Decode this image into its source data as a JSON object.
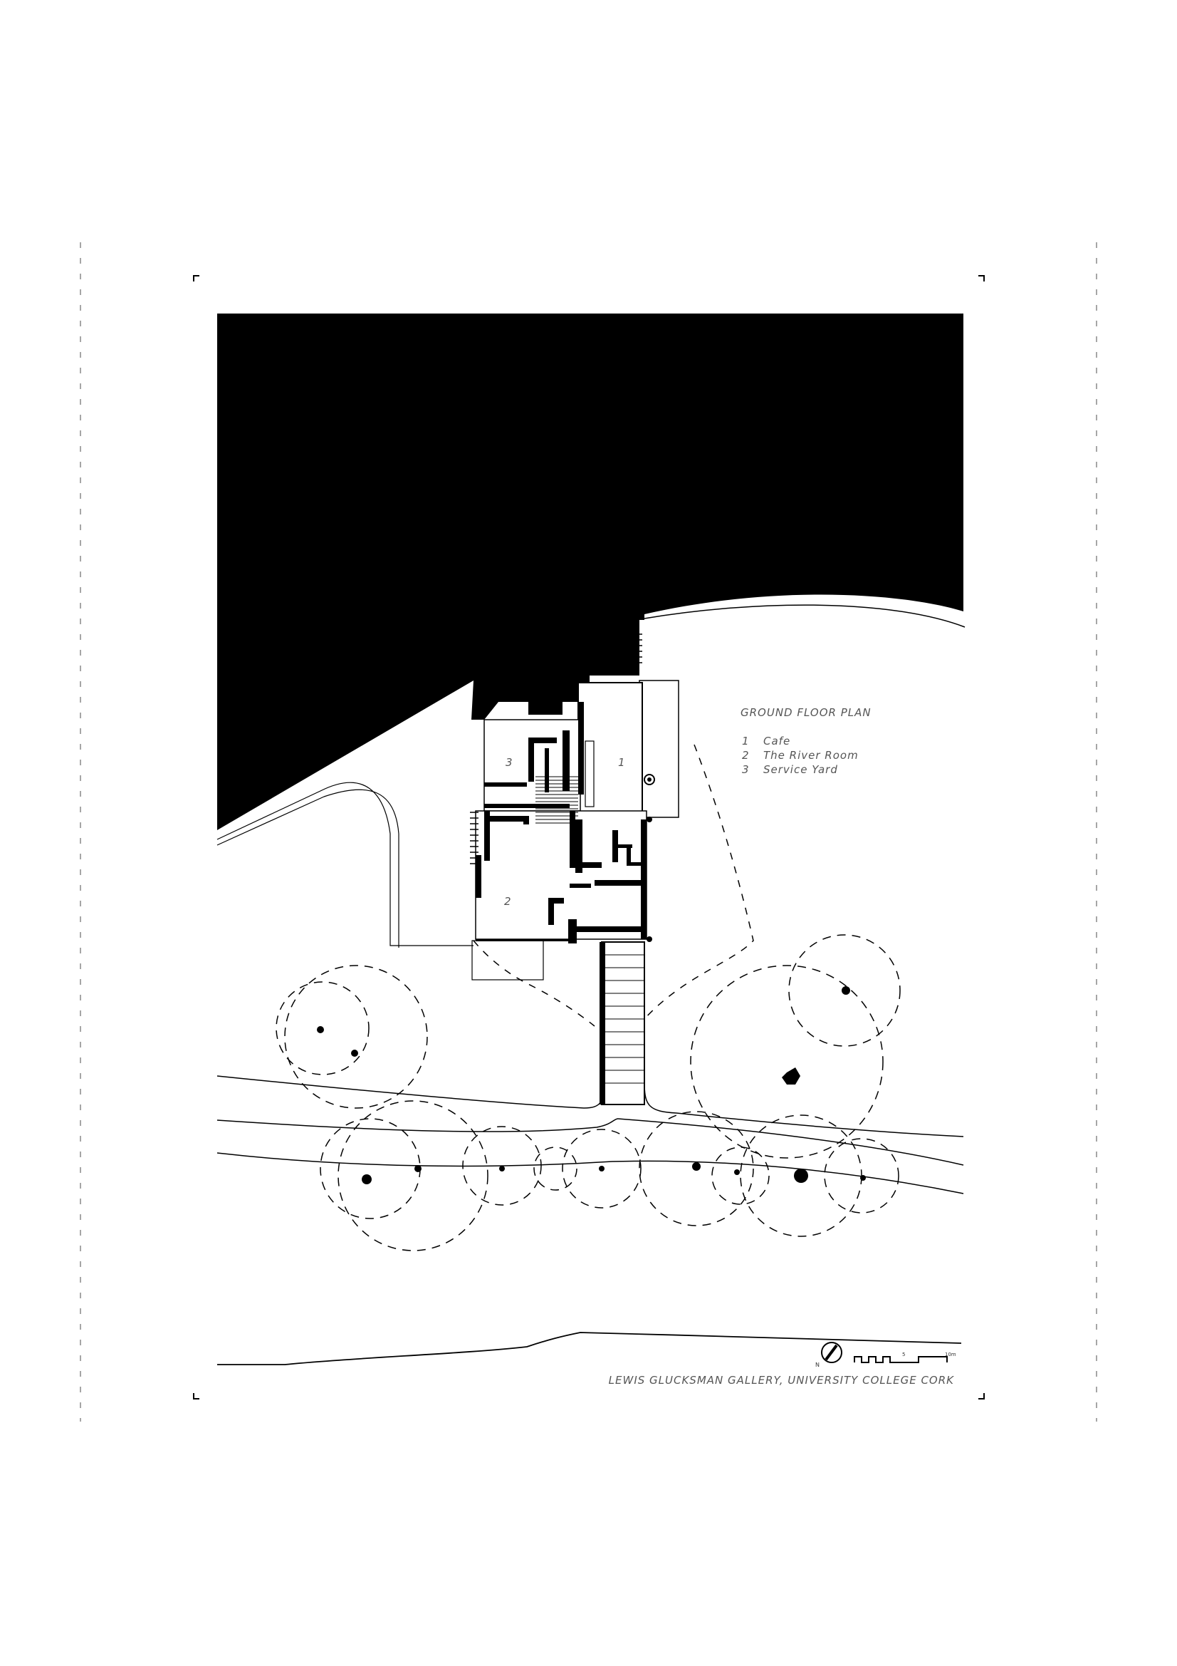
{
  "plan": {
    "title": "GROUND FLOOR PLAN",
    "legend": [
      {
        "num": "1",
        "label": "Cafe"
      },
      {
        "num": "2",
        "label": "The River Room"
      },
      {
        "num": "3",
        "label": "Service Yard"
      }
    ],
    "room_tags": [
      "1",
      "2",
      "3"
    ],
    "caption": "LEWIS GLUCKSMAN GALLERY, UNIVERSITY COLLEGE CORK",
    "north_label": "N",
    "scale_labels": [
      "5",
      "10m"
    ]
  },
  "colors": {
    "ink": "#000000",
    "paper": "#ffffff",
    "text": "#555555"
  }
}
